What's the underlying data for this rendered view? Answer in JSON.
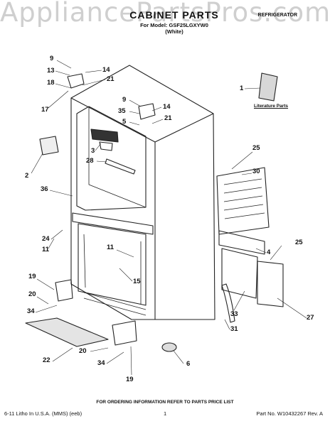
{
  "watermark": "AppliancePartsPros.com",
  "header": {
    "title": "CABINET PARTS",
    "model_line": "For Model: GSF25LGXYW0",
    "color_line": "(White)",
    "appliance": "REFRIGERATOR"
  },
  "literature_label": "Literature Parts",
  "callouts": [
    "9",
    "13",
    "14",
    "18",
    "21",
    "17",
    "9",
    "35",
    "14",
    "5",
    "21",
    "1",
    "3",
    "28",
    "2",
    "36",
    "25",
    "30",
    "24",
    "11",
    "4",
    "11",
    "25",
    "15",
    "19",
    "20",
    "34",
    "33",
    "27",
    "31",
    "20",
    "22",
    "34",
    "19",
    "6"
  ],
  "footer": {
    "ordering_note": "FOR ORDERING INFORMATION REFER TO PARTS PRICE LIST",
    "litho": "6-11 Litho In U.S.A. (MMS) (eeb)",
    "page": "1",
    "part_no": "Part No. W10432267 Rev. A"
  }
}
